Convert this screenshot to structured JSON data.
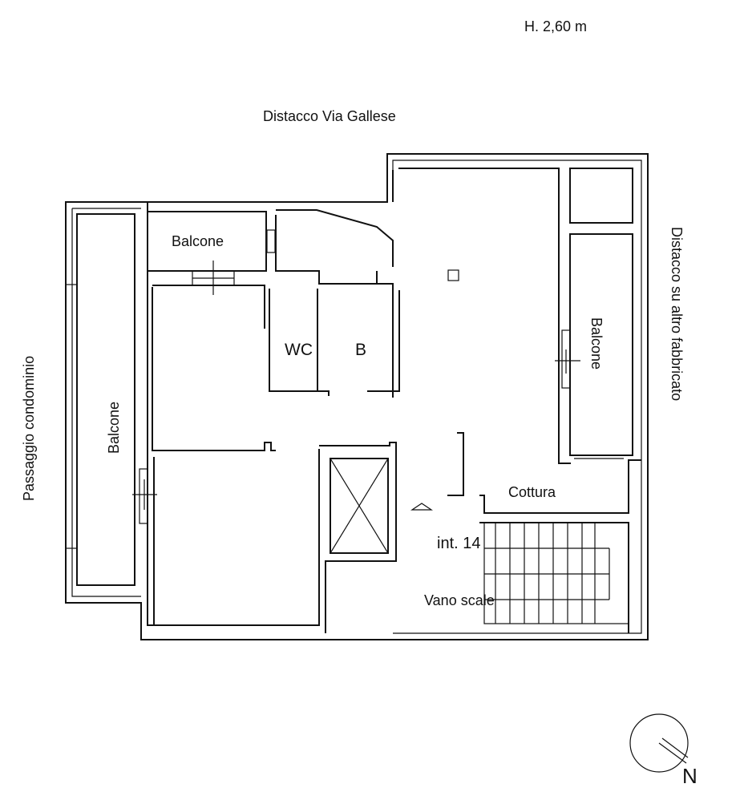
{
  "plan": {
    "height_label": "H. 2,60 m",
    "distacco_top": "Distacco Via Gallese",
    "distacco_right": "Distacco su altro fabbricato",
    "passaggio_left": "Passaggio condominio",
    "rooms": {
      "balcone_top": "Balcone",
      "balcone_left": "Balcone",
      "balcone_right": "Balcone",
      "wc": "WC",
      "bath": "B",
      "cottura": "Cottura",
      "interno": "int. 14",
      "vano_scale": "Vano scale"
    },
    "compass_north": "N"
  }
}
